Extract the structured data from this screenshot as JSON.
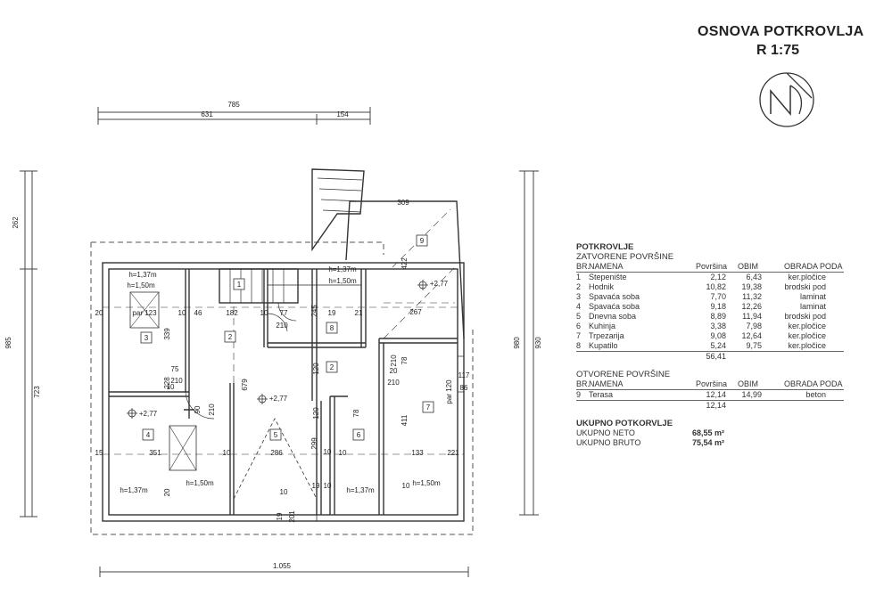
{
  "header": {
    "title": "OSNOVA POTKROVLJA",
    "scale": "R 1:75",
    "north_icon": "north-arrow-icon"
  },
  "dimensions": {
    "top_total": "785",
    "top_left": "631",
    "top_right": "154",
    "left_total": "985",
    "left_top": "262",
    "left_bottom": "723",
    "right_total": "980",
    "right_total_2": "930",
    "bottom_total": "1.055"
  },
  "plan_labels": {
    "rooms": [
      "1",
      "2",
      "3",
      "4",
      "5",
      "6",
      "7",
      "8",
      "2",
      "9"
    ],
    "window_marks": [
      "h=1,37m",
      "h=1,50m",
      "h=1,37m",
      "h=1,50m",
      "h=1,37m",
      "h=1,50m",
      "h=1,37m",
      "h=1,50m"
    ],
    "level_marks": [
      "+2,77",
      "+2,77",
      "+2,77"
    ],
    "interior_dims": [
      "309",
      "422",
      "267",
      "20",
      "46",
      "182",
      "10",
      "77",
      "210",
      "10",
      "245",
      "21",
      "339",
      "75",
      "210",
      "120",
      "210",
      "78",
      "20",
      "10",
      "210",
      "679",
      "210",
      "90",
      "120",
      "299",
      "78",
      "10",
      "411",
      "117",
      "86",
      "351",
      "10",
      "286",
      "10",
      "133",
      "221",
      "15",
      "19",
      "201",
      "10",
      "par 120",
      "par 123",
      "228",
      "19",
      "20",
      "19",
      "10",
      "10"
    ]
  },
  "legend": {
    "section_title": "POTKROVLJE",
    "closed_title": "ZATVORENE POVRŠINE",
    "columns": {
      "no": "BR.",
      "name": "NAMENA",
      "area": "Površina",
      "perimeter": "OBIM",
      "floor": "OBRADA PODA"
    },
    "closed_rows": [
      {
        "no": "1",
        "name": "Stepenište",
        "area": "2,12",
        "perimeter": "6,43",
        "floor": "ker.pločice"
      },
      {
        "no": "2",
        "name": "Hodnik",
        "area": "10,82",
        "perimeter": "19,38",
        "floor": "brodski pod"
      },
      {
        "no": "3",
        "name": "Spavaća soba",
        "area": "7,70",
        "perimeter": "11,32",
        "floor": "laminat"
      },
      {
        "no": "4",
        "name": "Spavaća soba",
        "area": "9,18",
        "perimeter": "12,26",
        "floor": "laminat"
      },
      {
        "no": "5",
        "name": "Dnevna soba",
        "area": "8,89",
        "perimeter": "11,94",
        "floor": "brodski pod"
      },
      {
        "no": "6",
        "name": "Kuhinja",
        "area": "3,38",
        "perimeter": "7,98",
        "floor": "ker.pločice"
      },
      {
        "no": "7",
        "name": "Trpezarija",
        "area": "9,08",
        "perimeter": "12,64",
        "floor": "ker.pločice"
      },
      {
        "no": "8",
        "name": "Kupatilo",
        "area": "5,24",
        "perimeter": "9,75",
        "floor": "ker.pločice"
      }
    ],
    "closed_sum": "56,41",
    "open_title": "OTVORENE POVRŠINE",
    "open_rows": [
      {
        "no": "9",
        "name": "Terasa",
        "area": "12,14",
        "perimeter": "14,99",
        "floor": "beton"
      }
    ],
    "open_sum": "12,14",
    "totals_title": "UKUPNO POTKORVLJE",
    "net_label": "UKUPNO NETO",
    "net_value": "68,55 m²",
    "gross_label": "UKUPNO BRUTO",
    "gross_value": "75,54 m²"
  }
}
